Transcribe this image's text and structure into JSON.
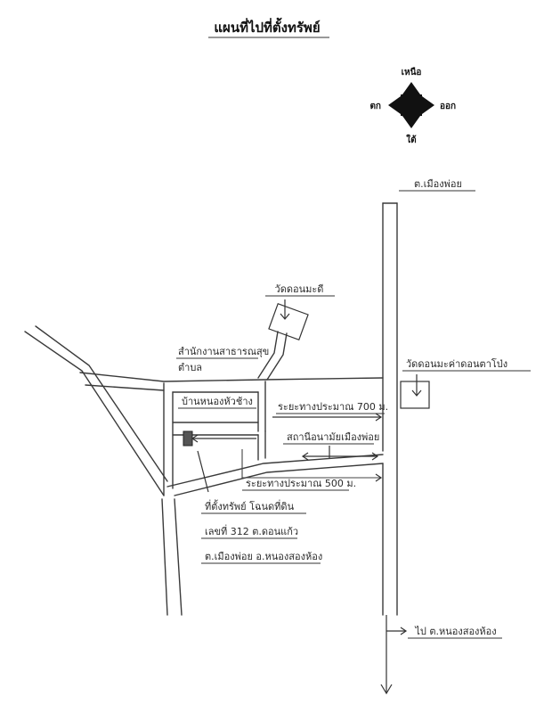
{
  "title": "แผนที่ไปที่ตั้งทรัพย์",
  "compass": {
    "north": "เหนือ",
    "south": "ใต้",
    "east": "ออก",
    "west": "ตก"
  },
  "labels": {
    "road_top": "ต.เมืองพ่อย",
    "temple_top": "วัดดอนมะดี",
    "health_office": "สำนักงานสาธารณสุข",
    "health_office_2": "ตำบล",
    "school": "บ้านหนองหัวช้าง",
    "dist_700": "ระยะทางประมาณ 700 ม.",
    "health_center": "สถานีอนามัยเมืองพ่อย",
    "dist_500": "ระยะทางประมาณ 500 ม.",
    "temple_right": "วัดดอนมะค่าดอนตาโป่ง",
    "road_bottom": "ไป ต.หนองสองห้อง",
    "property_1": "ที่ตั้งทรัพย์ โฉนดที่ดิน",
    "property_2": "เลขที่ 312 ต.ดอนแก้ว",
    "property_3": "ต.เมืองพ่อย อ.หนองสองห้อง"
  }
}
